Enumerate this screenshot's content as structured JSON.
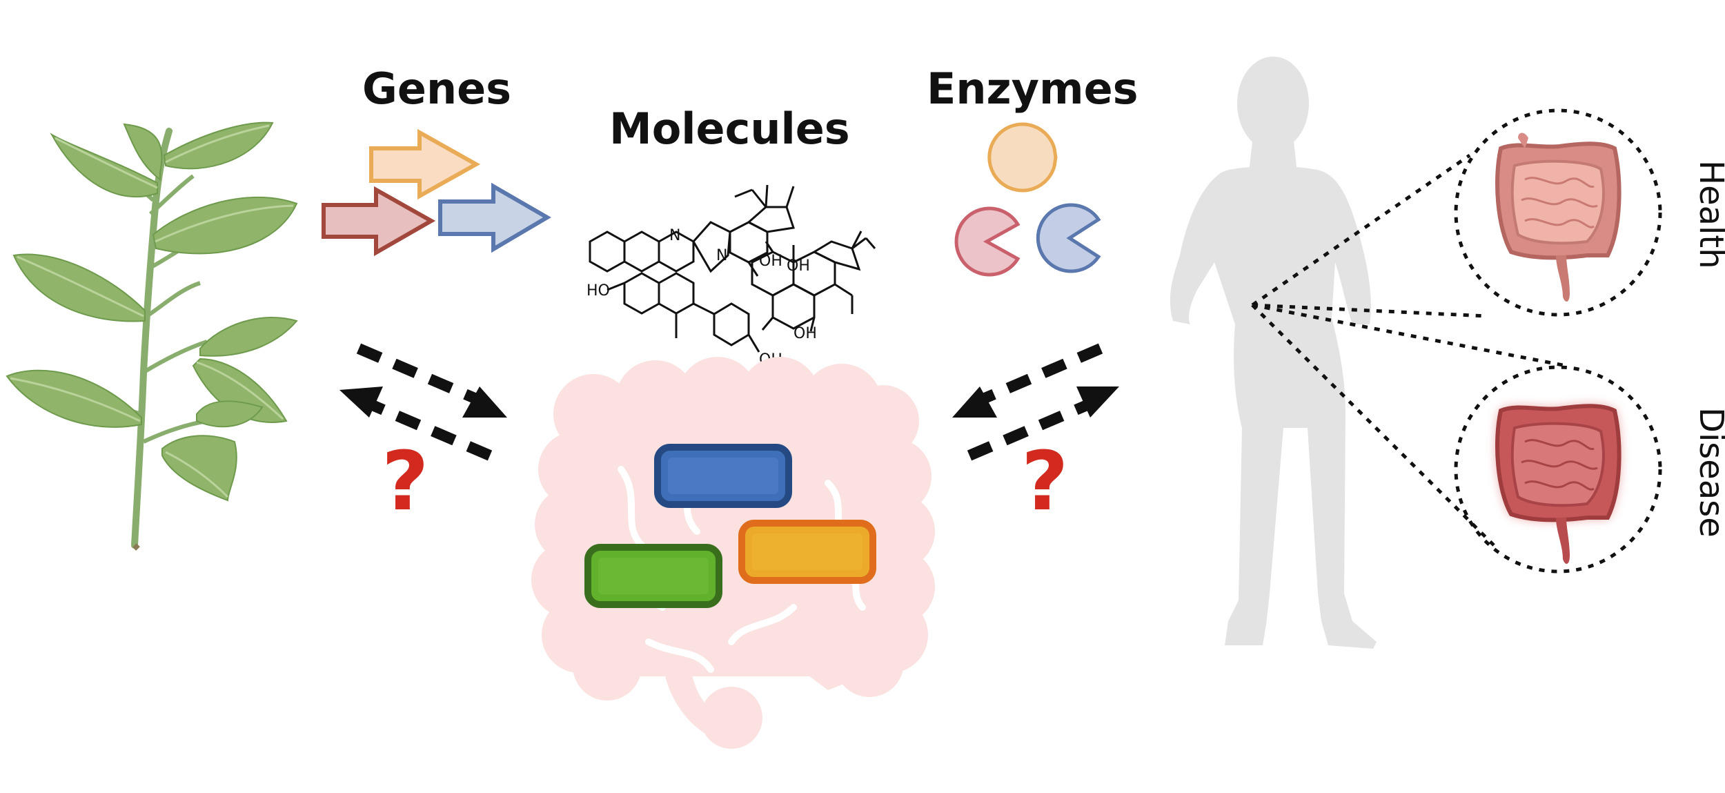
{
  "labels": {
    "genes": "Genes",
    "molecules": "Molecules",
    "enzymes": "Enzymes",
    "health": "Health",
    "disease": "Disease",
    "question_mark": "?"
  },
  "chem_labels": {
    "ho_left": "HO",
    "oh_bottom": "OH",
    "oh_1": "OH",
    "oh_2": "OH",
    "oh_3": "OH",
    "n1": "N",
    "n2": "N"
  },
  "colors": {
    "plant_leaf": "#8fb46a",
    "plant_stem": "#89ad6c",
    "silhouette": "#e3e3e3",
    "gut_background": "#fbe1df",
    "question": "#d22a1e",
    "arrow_orange_fill": "#f9dcc2",
    "arrow_orange_stroke": "#eaab56",
    "arrow_red_fill": "#e6bfbe",
    "arrow_red_stroke": "#a1473b",
    "arrow_blue_fill": "#c8d3e6",
    "arrow_blue_stroke": "#5a78ae",
    "enzyme_orange": "#f8dcc0",
    "enzyme_red": "#ebc3c8",
    "enzyme_blue": "#c3cee6",
    "microbe_blue": "#3f6fb8",
    "microbe_orange": "#ecaa2b",
    "microbe_green": "#62b12d"
  }
}
